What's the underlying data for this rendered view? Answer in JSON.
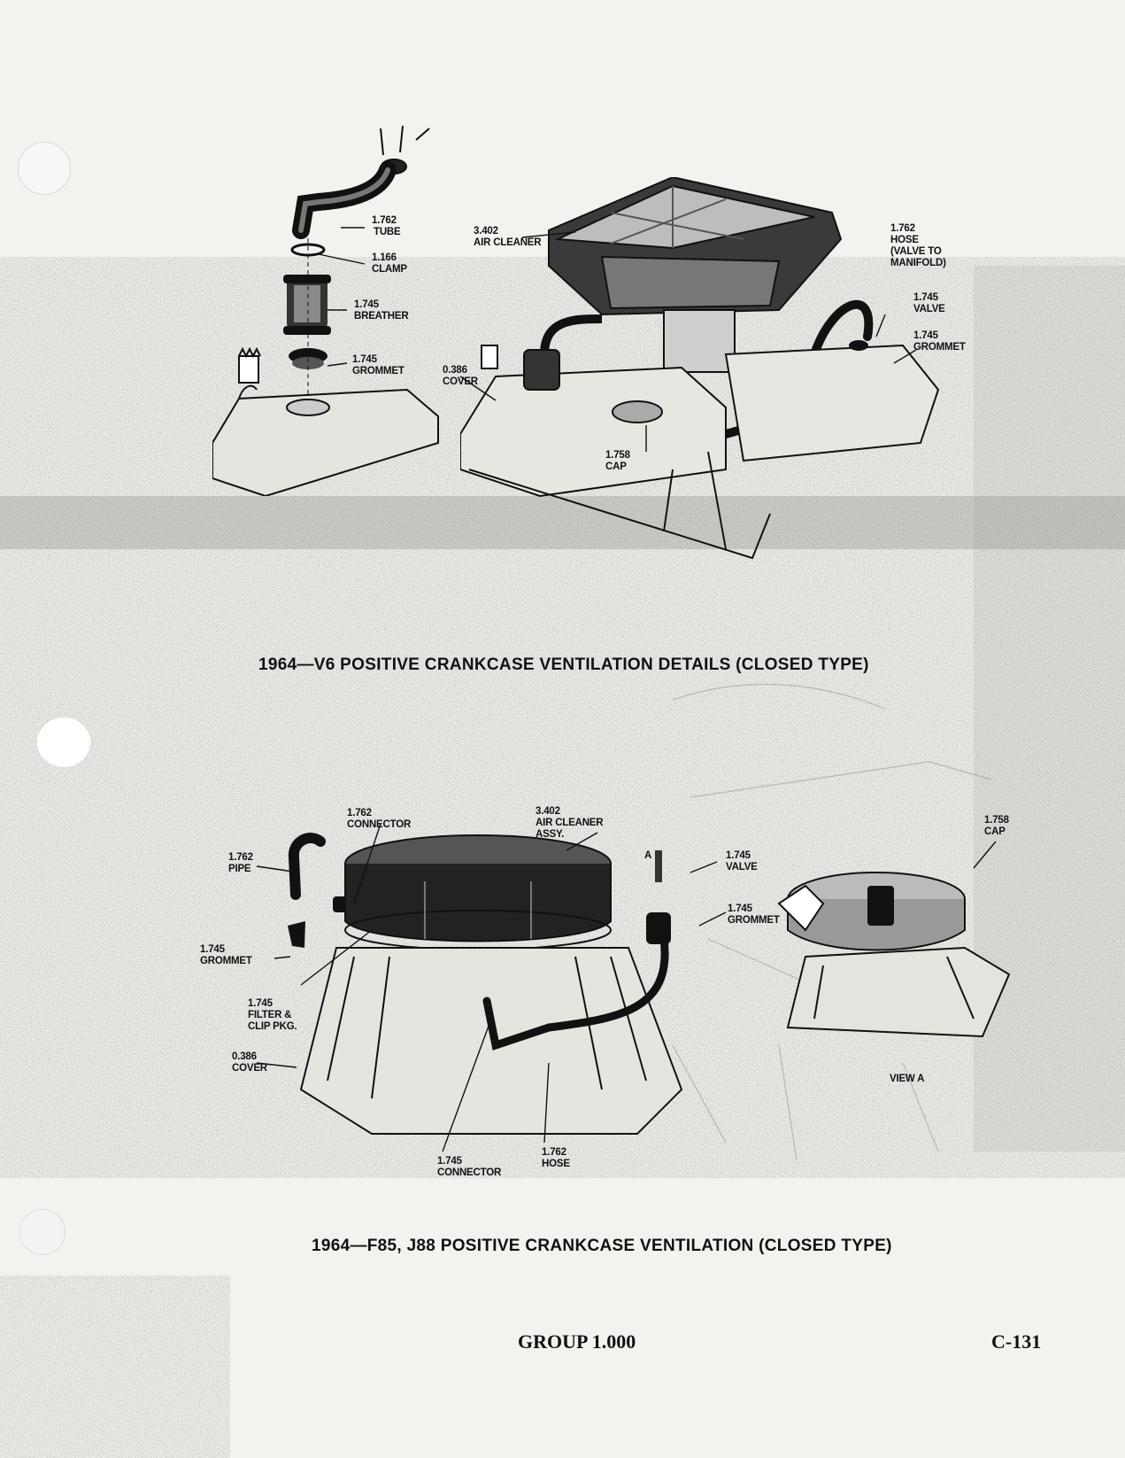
{
  "v6_diagram": {
    "caption": "1964—V6 POSITIVE CRANKCASE VENTILATION DETAILS (CLOSED TYPE)",
    "labels": {
      "tube": [
        "1.762",
        "TUBE"
      ],
      "clamp": [
        "1.166",
        "CLAMP"
      ],
      "breather": [
        "1.745",
        "BREATHER"
      ],
      "grommet_left": [
        "1.745",
        "GROMMET"
      ],
      "air_cleaner": [
        "3.402",
        "AIR CLEANER"
      ],
      "cover": [
        "0.386",
        "COVER"
      ],
      "cap": [
        "1.758",
        "CAP"
      ],
      "hose": [
        "1.762",
        "HOSE",
        "(VALVE TO",
        "MANIFOLD)"
      ],
      "valve": [
        "1.745",
        "VALVE"
      ],
      "grommet_right": [
        "1.745",
        "GROMMET"
      ]
    }
  },
  "f85_diagram": {
    "caption": "1964—F85, J88 POSITIVE CRANKCASE VENTILATION (CLOSED TYPE)",
    "labels": {
      "connector_top": [
        "1.762",
        "CONNECTOR"
      ],
      "pipe": [
        "1.762",
        "PIPE"
      ],
      "grommet": [
        "1.745",
        "GROMMET"
      ],
      "filter": [
        "1.745",
        "FILTER &",
        "CLIP PKG."
      ],
      "cover": [
        "0.386",
        "COVER"
      ],
      "air_cleaner": [
        "3.402",
        "AIR CLEANER",
        "ASSY."
      ],
      "arrow_a": "A",
      "valve": [
        "1.745",
        "VALVE"
      ],
      "grommet_right": [
        "1.745",
        "GROMMET"
      ],
      "cap": [
        "1.758",
        "CAP"
      ],
      "view_a": "VIEW A",
      "hose": [
        "1.762",
        "HOSE"
      ],
      "connector_bottom": [
        "1.745",
        "CONNECTOR"
      ]
    }
  },
  "footer": {
    "group": "GROUP 1.000",
    "page": "C-131"
  }
}
